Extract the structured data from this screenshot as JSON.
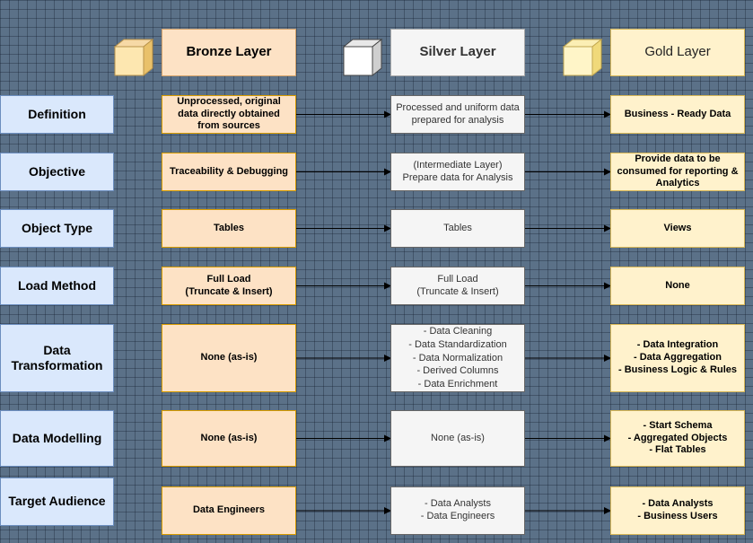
{
  "layers": {
    "bronze": "Bronze Layer",
    "silver": "Silver Layer",
    "gold": "Gold Layer"
  },
  "rows": [
    {
      "label": "Definition",
      "bronze": "Unprocessed, original data directly obtained from sources",
      "silver": "Processed and uniform data prepared for analysis",
      "gold": "Business - Ready Data"
    },
    {
      "label": "Objective",
      "bronze": "Traceability & Debugging",
      "silver": "(Intermediate Layer)\nPrepare data for Analysis",
      "gold": "Provide data to be consumed for reporting & Analytics"
    },
    {
      "label": "Object Type",
      "bronze": "Tables",
      "silver": "Tables",
      "gold": "Views"
    },
    {
      "label": "Load Method",
      "bronze": "Full Load\n(Truncate & Insert)",
      "silver": "Full Load\n(Truncate & Insert)",
      "gold": "None"
    },
    {
      "label": "Data Transformation",
      "bronze": "None (as-is)",
      "silver": "- Data Cleaning\n- Data Standardization\n- Data Normalization\n- Derived Columns\n- Data Enrichment",
      "gold": "- Data Integration\n- Data Aggregation\n- Business Logic & Rules"
    },
    {
      "label": "Data Modelling",
      "bronze": "None (as-is)",
      "silver": "None (as-is)",
      "gold": "- Start Schema\n- Aggregated Objects\n- Flat Tables"
    },
    {
      "label": "Target Audience",
      "bronze": "Data Engineers",
      "silver": "- Data Analysts\n- Data Engineers",
      "gold": "- Data Analysts\n- Business Users"
    }
  ],
  "colors": {
    "bronze_fill": "#fde2c5",
    "silver_fill": "#f5f5f5",
    "gold_fill": "#fff2cc",
    "label_fill": "#dae8fc",
    "background": "#5b7188"
  }
}
